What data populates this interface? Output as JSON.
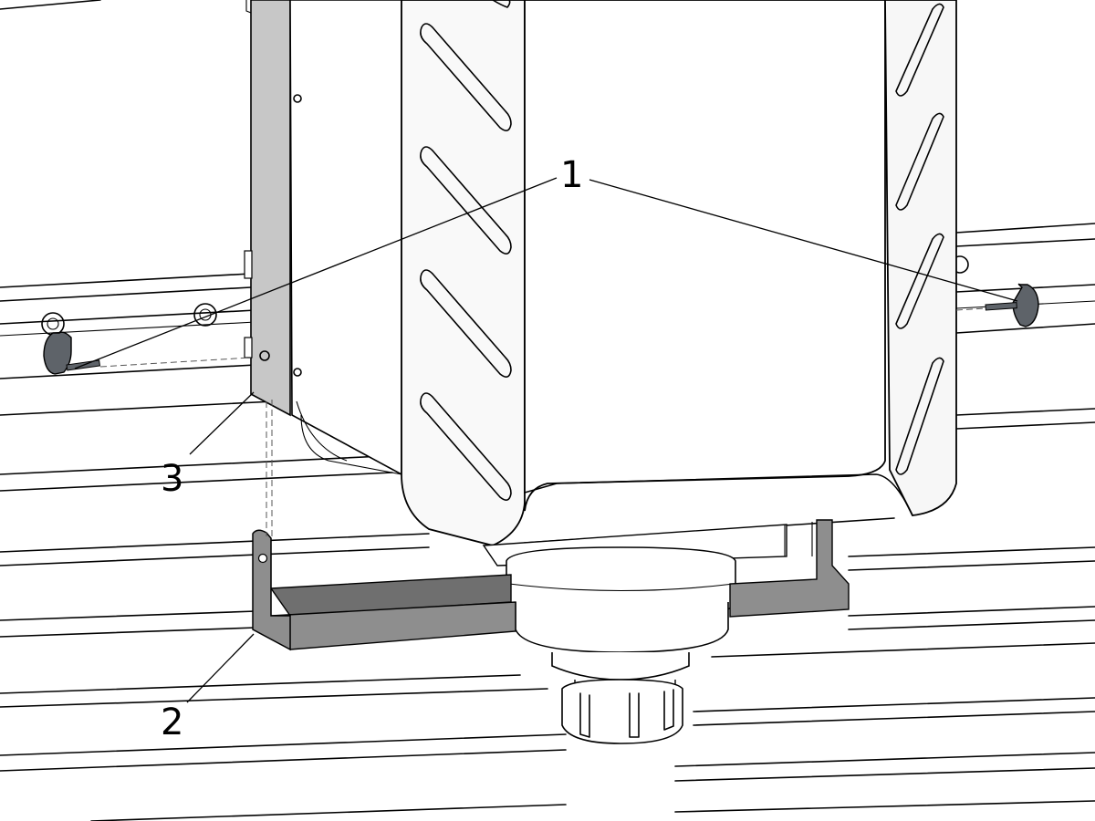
{
  "callouts": [
    {
      "id": "1",
      "label": "1",
      "part": "thumb-screw"
    },
    {
      "id": "2",
      "label": "2",
      "part": "tool-tray-bracket"
    },
    {
      "id": "3",
      "label": "3",
      "part": "mounting-slot"
    }
  ],
  "colors": {
    "line": "#000000",
    "housing": "#f7f7f7",
    "plate": "#c7c7c7",
    "tray": "#8e8e8e",
    "tray-dark": "#6f6f6f",
    "knob": "#5e6369"
  }
}
